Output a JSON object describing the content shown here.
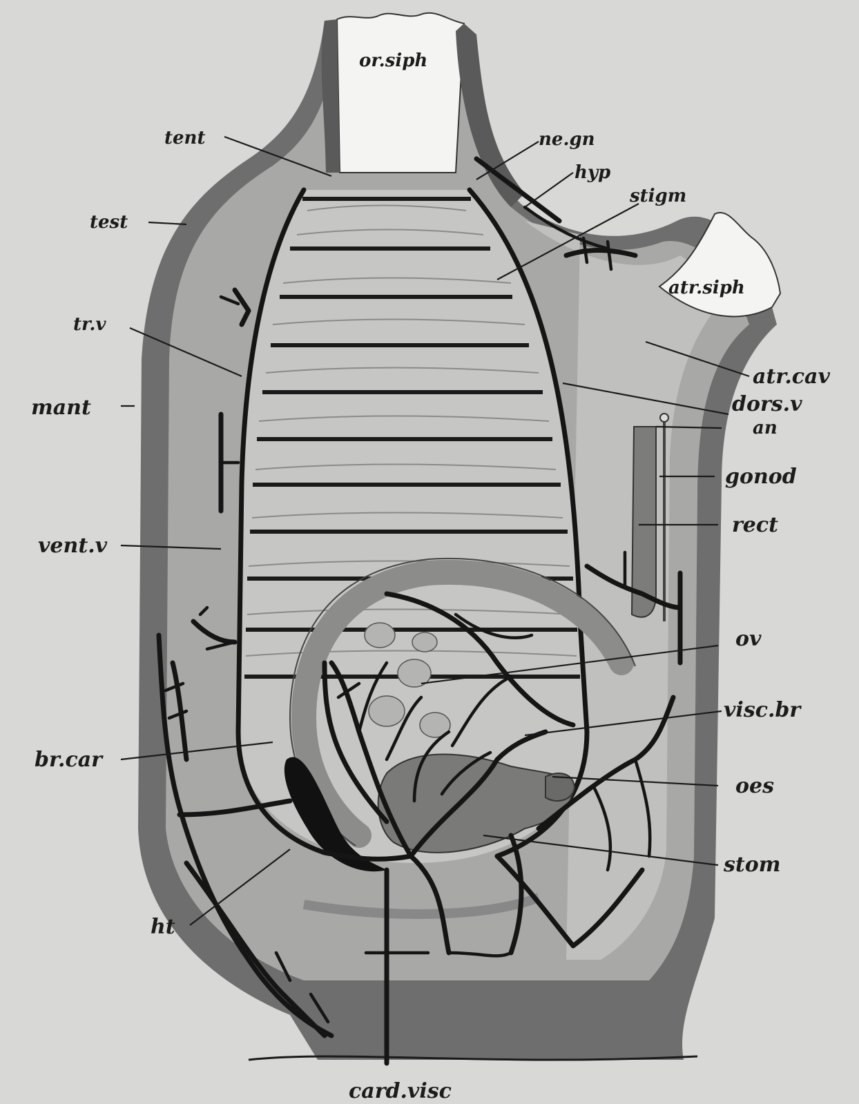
{
  "figure": {
    "labels": {
      "or_siph": "or.siph",
      "tent": "tent",
      "ne_gn": "ne.gn",
      "hyp": "hyp",
      "stigm": "stigm",
      "test": "test",
      "atr_siph": "atr.siph",
      "tr_v": "tr.v",
      "atr_cav": "atr.cav",
      "dors_v": "dors.v",
      "mant": "mant",
      "an": "an",
      "gonod": "gonod",
      "rect": "rect",
      "vent_v": "vent.v",
      "ov": "ov",
      "visc_br": "visc.br",
      "br_car": "br.car",
      "oes": "oes",
      "stom": "stom",
      "ht": "ht",
      "card_visc": "card.visc"
    },
    "colors": {
      "background": "#d8d8d6",
      "test": "#6e6e6e",
      "mantle": "#a4a4a2",
      "branchial": "#c4c4c2",
      "vessel": "#151515"
    }
  }
}
